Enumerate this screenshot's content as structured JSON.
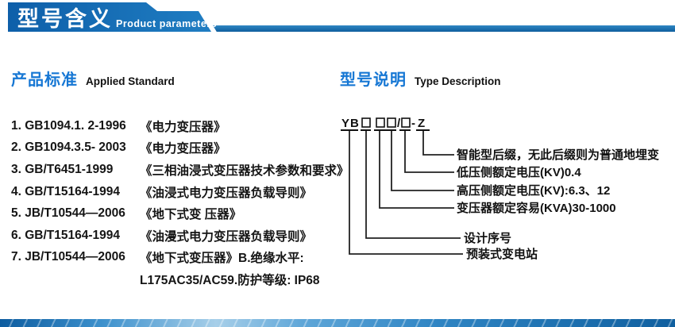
{
  "header": {
    "title_cn": "型号含义",
    "title_en": "Product parameters"
  },
  "left_section": {
    "heading_cn": "产品标准",
    "heading_en": "Applied Standard",
    "standards": [
      {
        "code": "1. GB1094.1. 2-1996",
        "title": "《电力变压器》"
      },
      {
        "code": "2. GB1094.3.5- 2003",
        "title": "《电力变压器》"
      },
      {
        "code": "3. GB/T6451-1999",
        "title": "《三相油浸式变压器技术参数和要求》"
      },
      {
        "code": "4. GB/T15164-1994",
        "title": "《油浸式电力变压器负载导则》"
      },
      {
        "code": "5. JB/T10544—2006",
        "title": "《地下式变 压器》"
      },
      {
        "code": "6. GB/T15164-1994",
        "title": "《油漫式电力变压器负载导则》"
      },
      {
        "code": "7. JB/T10544—2006",
        "title": "《地下式变压器》B.绝缘水平:"
      },
      {
        "code": "",
        "title": "L175AC35/AC59.防护等级: IP68"
      }
    ]
  },
  "right_section": {
    "heading_cn": "型号说明",
    "heading_en": "Type Description",
    "model_code": {
      "display": "YB□ □□/□-Z",
      "prefix": "YB",
      "slash": "/",
      "dash": "-",
      "suffix": "Z"
    },
    "legend": [
      "智能型后缀，无此后缀则为普通地埋变",
      "低压侧额定电压(KV)0.4",
      "高压侧额定电压(KV):6.3、12",
      "变压器额定容易(KVA)30-1000",
      "设计序号",
      "预装式变电站"
    ]
  },
  "colors": {
    "header_blue_dark": "#0e5fa9",
    "header_blue_light": "#1f7dc2",
    "accent_blue": "#1677d4",
    "text_color": "#151515"
  }
}
